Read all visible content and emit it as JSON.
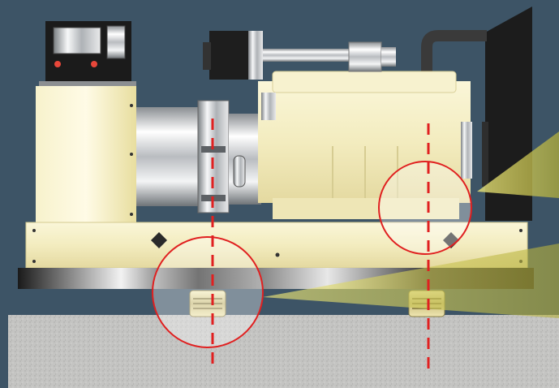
{
  "colors": {
    "background": "#3d5466",
    "frame_cream": "#f2ecc2",
    "chrome": "#d6d8da",
    "dark": "#1d1d1d",
    "highlight_yellow": "#d8d36a",
    "center_line_red": "#e02020",
    "concrete": "#c6c6c4"
  },
  "components": {
    "control_panel": "control-box",
    "alternator": "alternator-housing",
    "engine": "engine-block",
    "radiator": "radiator",
    "skid_base": "base-frame",
    "isolators": [
      "left-isolator",
      "right-isolator"
    ],
    "focus_circles": [
      "left-magnifier",
      "right-magnifier"
    ],
    "foundation": "concrete-pad"
  }
}
